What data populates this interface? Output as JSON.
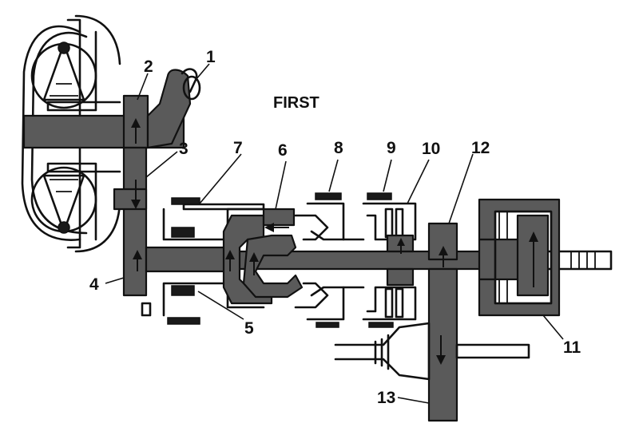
{
  "title": "FIRST",
  "labels": {
    "l1": "1",
    "l2": "2",
    "l3": "3",
    "l4": "4",
    "l5": "5",
    "l6": "6",
    "l7": "7",
    "l8": "8",
    "l9": "9",
    "l10": "10",
    "l11": "11",
    "l12": "12",
    "l13": "13"
  },
  "colors": {
    "ink": "#111111",
    "shaft": "#5a5a5a",
    "paper": "#ffffff"
  }
}
